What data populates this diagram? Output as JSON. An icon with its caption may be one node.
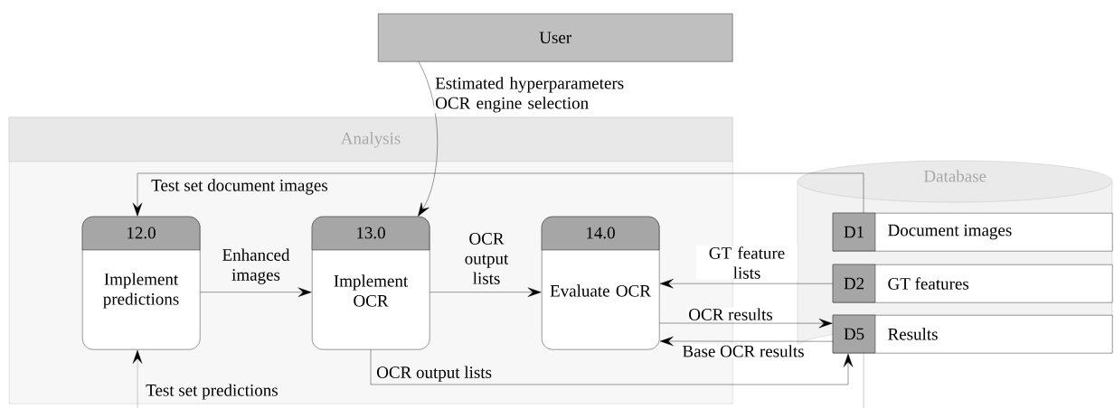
{
  "diagram": {
    "nodes": [
      {
        "text": [
          "User"
        ]
      },
      {
        "text": [
          "Analysis"
        ]
      },
      {
        "text": [
          "12.0",
          "Implement predictions"
        ],
        "in": 1
      },
      {
        "text": [
          "13.0",
          "Implement OCR"
        ],
        "in": 1
      },
      {
        "text": [
          "14.0",
          "Evaluate OCR"
        ],
        "in": 1
      },
      {
        "text": [
          "Database"
        ]
      },
      {
        "text": [
          "D1",
          "Document images"
        ],
        "in": 5
      },
      {
        "text": [
          "D2",
          "GT features"
        ],
        "in": 5
      },
      {
        "text": [
          "D5",
          "Results"
        ],
        "in": 5
      }
    ],
    "edges": [
      {
        "from": 0,
        "to": 3,
        "arrow": "to",
        "label": "Estimated hyperparameters OCR engine selection"
      },
      {
        "from": 6,
        "to": 2,
        "arrow": "to",
        "label": "Test set document images"
      },
      {
        "from": 2,
        "to": 3,
        "arrow": "to",
        "label": "Enhanced images"
      },
      {
        "from": 3,
        "to": 4,
        "arrow": "to",
        "label": "OCR output lists"
      },
      {
        "from": 7,
        "to": 4,
        "arrow": "to",
        "label": "GT feature lists"
      },
      {
        "from": 4,
        "to": 8,
        "arrow": "to",
        "label": "OCR results"
      },
      {
        "from": 8,
        "to": 4,
        "arrow": "to",
        "label": "Base OCR results"
      },
      {
        "from": 3,
        "to": 8,
        "arrow": "to",
        "label": "OCR output lists"
      },
      {
        "from": null,
        "to": 2,
        "arrow": "to",
        "label": "Test set predictions"
      },
      {
        "from": 8,
        "to": null,
        "arrow": "none"
      }
    ]
  }
}
